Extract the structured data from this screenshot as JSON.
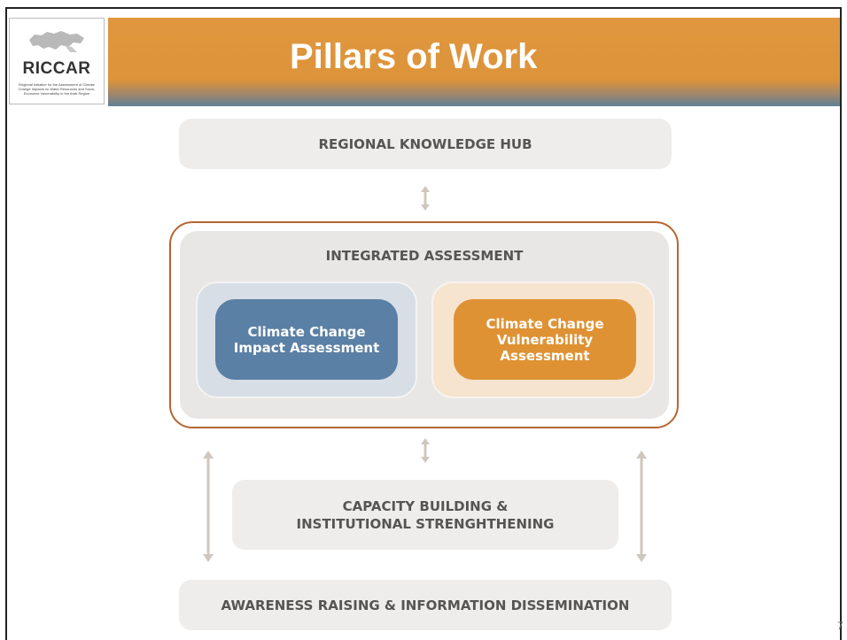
{
  "header": {
    "title": "Pillars of Work",
    "logo_name": "RICCAR",
    "logo_tagline": "Regional Initiative for the Assessment of Climate Change Impacts on Water Resources and Socio-Economic Vulnerability in the Arab Region"
  },
  "diagram": {
    "hub": "REGIONAL KNOWLEDGE HUB",
    "integrated": "INTEGRATED ASSESSMENT",
    "impact_line1": "Climate Change",
    "impact_line2": "Impact Assessment",
    "vuln_line1": "Climate Change",
    "vuln_line2": "Vulnerability",
    "vuln_line3": "Assessment",
    "capacity_line1": "CAPACITY BUILDING &",
    "capacity_line2": "INSTITUTIONAL STRENGHTHENING",
    "awareness": "AWARENESS RAISING & INFORMATION DISSEMINATION"
  },
  "colors": {
    "title_bar": "#dd9339",
    "impact_box": "#5b80a5",
    "vulnerability_box": "#df9234",
    "outline": "#b56631",
    "arrow": "#cfc7bd"
  },
  "page_number": "7"
}
